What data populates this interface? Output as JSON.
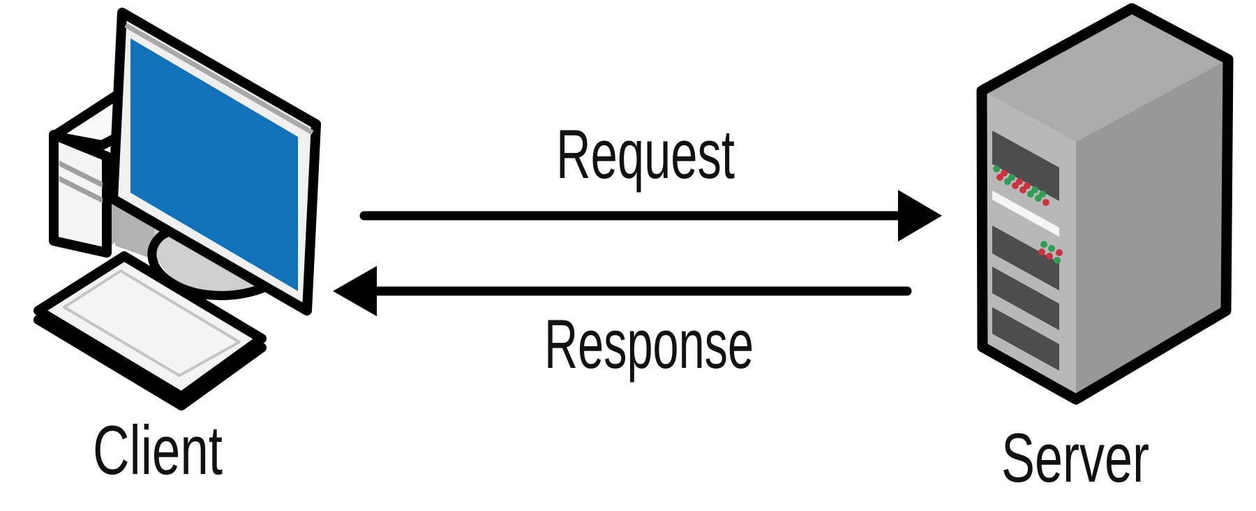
{
  "diagram": {
    "type": "client-server-architecture",
    "background": "#ffffff",
    "nodes": [
      {
        "id": "client",
        "label": "Client",
        "icon": "desktop-computer-icon"
      },
      {
        "id": "server",
        "label": "Server",
        "icon": "server-tower-icon"
      }
    ],
    "edges": [
      {
        "id": "request",
        "label": "Request",
        "from": "client",
        "to": "server",
        "direction": "right"
      },
      {
        "id": "response",
        "label": "Response",
        "from": "server",
        "to": "client",
        "direction": "left"
      }
    ],
    "colors": {
      "outline": "#000000",
      "text": "#111111",
      "screen_blue": "#1272b9",
      "monitor_frame": "#f0f0f0",
      "tower_gray": "#b0b0b0",
      "server_front": "#b8b8b8",
      "server_top": "#ababab",
      "server_side": "#989898",
      "server_bay": "#4d4d4d",
      "led_green": "#2f9e52",
      "led_red": "#cc3340"
    }
  }
}
